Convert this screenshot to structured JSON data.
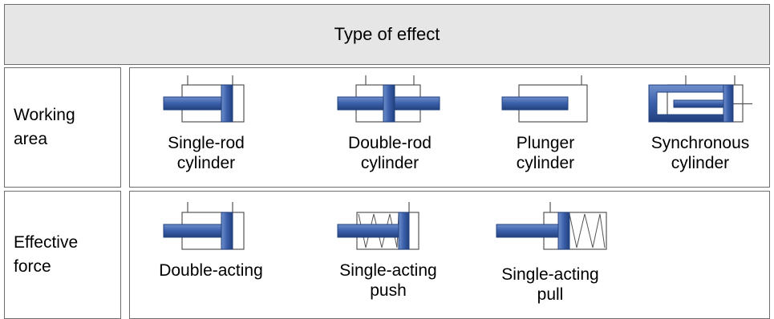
{
  "header": {
    "title": "Type of effect"
  },
  "rows": [
    {
      "label_lines": [
        "Working",
        "area"
      ],
      "items": [
        {
          "symbol": "single-rod-cylinder",
          "label_lines": [
            "Single-rod",
            "cylinder"
          ]
        },
        {
          "symbol": "double-rod-cylinder",
          "label_lines": [
            "Double-rod",
            "cylinder"
          ]
        },
        {
          "symbol": "plunger-cylinder",
          "label_lines": [
            "Plunger",
            "cylinder"
          ]
        },
        {
          "symbol": "synchronous-cylinder",
          "label_lines": [
            "Synchronous",
            "cylinder"
          ]
        }
      ]
    },
    {
      "label_lines": [
        "Effective",
        "force"
      ],
      "items": [
        {
          "symbol": "double-acting-cylinder",
          "label_lines": [
            "Double-acting"
          ]
        },
        {
          "symbol": "single-acting-push-cylinder",
          "label_lines": [
            "Single-acting",
            "push"
          ]
        },
        {
          "symbol": "single-acting-pull-cylinder",
          "label_lines": [
            "Single-acting",
            "pull"
          ]
        }
      ]
    }
  ],
  "colors": {
    "accent": "#3a5faa",
    "line": "#555555",
    "header_bg": "#e6e6e6",
    "border": "#6d6d6d"
  }
}
